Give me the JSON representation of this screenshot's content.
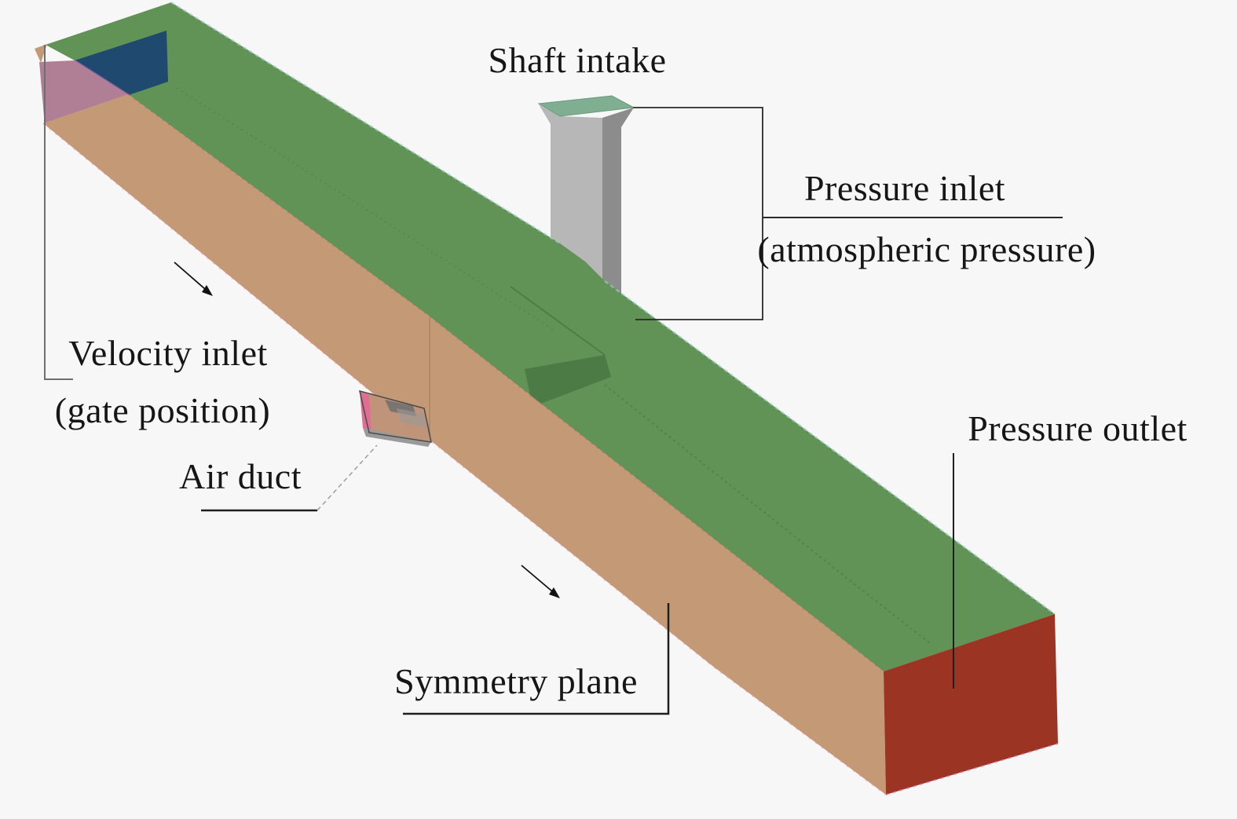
{
  "figure": {
    "title_context": "CFD boundary-condition diagram of a discharge tunnel model",
    "background": "#f7f7f8",
    "labels": {
      "shaft_intake": "Shaft intake",
      "pressure_inlet_line1": "Pressure inlet",
      "pressure_inlet_line2": "(atmospheric pressure)",
      "velocity_inlet_line1": "Velocity inlet",
      "velocity_inlet_line2": "(gate position)",
      "air_duct": "Air duct",
      "symmetry_plane": "Symmetry plane",
      "pressure_outlet": "Pressure outlet"
    },
    "colors": {
      "roof_green": "#619256",
      "roof_step_green": "#4d7b45",
      "roof_seam_green": "#47743f",
      "side_tan": "#c49a76",
      "outlet_red": "#9c3424",
      "inlet_blue": "#1f496e",
      "inlet_pink": "#b07f96",
      "edge_purple": "#7b5ea0",
      "edge_teal": "#9fd4c4",
      "edge_red": "#d4556a",
      "edge_pink": "#e08bb0",
      "edge_magenta": "#e06ea4",
      "tan_seam": "#9a7a5d",
      "shaft_gray_light": "#b7b7b7",
      "shaft_gray_dark": "#8c8c8c",
      "shaft_top_green": "#7fae91",
      "duct_front_tan": "#c09478",
      "duct_pink": "#e06e94",
      "duct_gray": "#9a9a9a",
      "duct_gray_dark": "#6f6f6f",
      "leader_dark": "#1f1f1f",
      "leader_mid": "#2a2a2a",
      "leader_gray": "#6f6f6f",
      "leader_light_gray": "#9f9f9f",
      "arrow_black": "#111111",
      "text_color": "#161616"
    },
    "icons": [
      {
        "name": "flow-direction-arrow",
        "count": 2,
        "meaning": "flow direction along the tunnel"
      }
    ]
  }
}
